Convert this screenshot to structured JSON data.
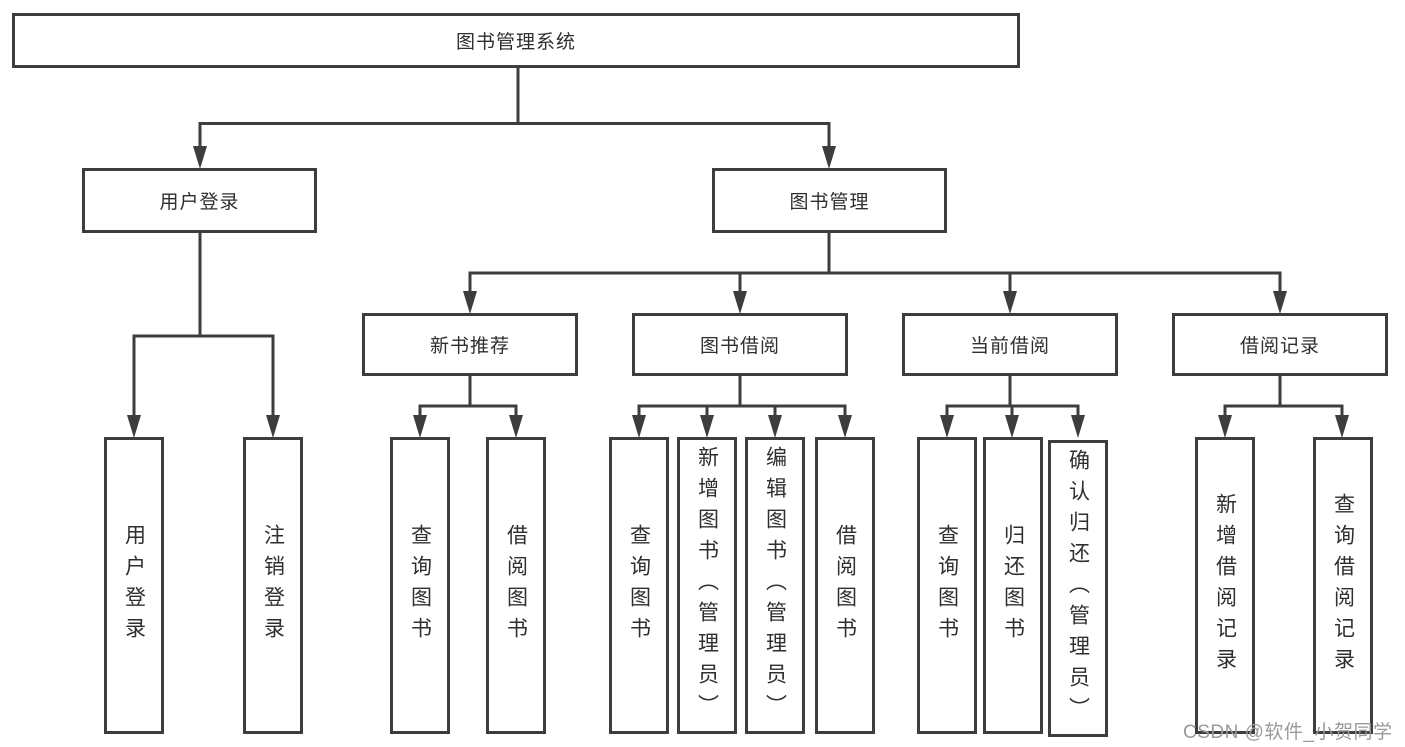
{
  "diagram": {
    "root": {
      "label": "图书管理系统"
    },
    "level2": {
      "user_login": {
        "label": "用户登录"
      },
      "book_management": {
        "label": "图书管理"
      }
    },
    "level3": {
      "new_book_recommendation": {
        "label": "新书推荐"
      },
      "book_borrowing": {
        "label": "图书借阅"
      },
      "current_borrowing": {
        "label": "当前借阅"
      },
      "borrowing_records": {
        "label": "借阅记录"
      }
    },
    "leaves": {
      "user_login": [
        {
          "label": "用户登录"
        },
        {
          "label": "注销登录"
        }
      ],
      "new_book_recommendation": [
        {
          "label": "查询图书"
        },
        {
          "label": "借阅图书"
        }
      ],
      "book_borrowing": [
        {
          "label": "查询图书"
        },
        {
          "label": "新增图书（管理员）"
        },
        {
          "label": "编辑图书（管理员）"
        },
        {
          "label": "借阅图书"
        }
      ],
      "current_borrowing": [
        {
          "label": "查询图书"
        },
        {
          "label": "归还图书"
        },
        {
          "label": "确认归还（管理员）"
        }
      ],
      "borrowing_records": [
        {
          "label": "新增借阅记录"
        },
        {
          "label": "查询借阅记录"
        }
      ]
    },
    "watermark": "CSDN @软件_小贺同学",
    "colors": {
      "line": "#3d3d3d",
      "text": "#2f2f2f",
      "watermark": "#9a9a9a",
      "background": "#ffffff"
    }
  }
}
